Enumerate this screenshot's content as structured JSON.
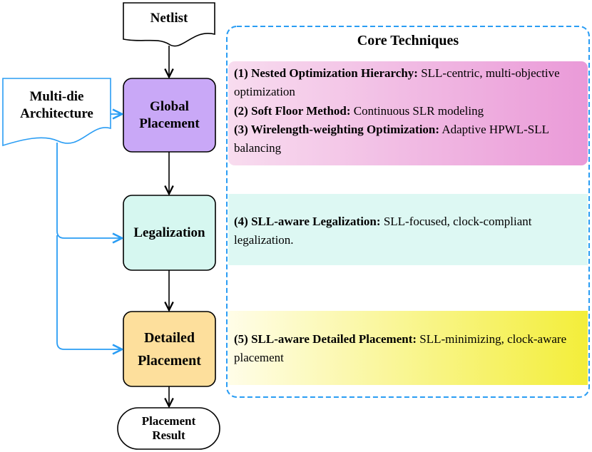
{
  "flow": {
    "netlist": "Netlist",
    "global_placement": [
      "Global",
      "Placement"
    ],
    "legalization": "Legalization",
    "detailed_placement": [
      "Detailed",
      "Placement"
    ],
    "placement_result": [
      "Placement",
      "Result"
    ],
    "multi_die": [
      "Multi-die",
      "Architecture"
    ]
  },
  "core": {
    "title": "Core Techniques",
    "techniques": [
      {
        "label": "(1) Nested Optimization Hierarchy:",
        "text": " SLL-centric, multi-objective optimization"
      },
      {
        "label": "(2) Soft Floor Method:",
        "text": " Continuous SLR modeling"
      },
      {
        "label": "(3) Wirelength-weighting Optimization:",
        "text": " Adaptive HPWL-SLL balancing"
      },
      {
        "label": "(4) SLL-aware Legalization:",
        "text": " SLL-focused, clock-compliant legalization."
      },
      {
        "label": "(5) SLL-aware Detailed Placement:",
        "text": " SLL-minimizing, clock-aware placement"
      }
    ]
  },
  "colors": {
    "global_fill": "#c9a8f7",
    "legal_fill": "#d6f7f0",
    "detail_fill": "#fddf9c",
    "band_global": "#ec9fdc",
    "band_legal": "#ddf8f3",
    "band_detail": "#f5f04a",
    "accent_blue": "#2a9df4"
  }
}
